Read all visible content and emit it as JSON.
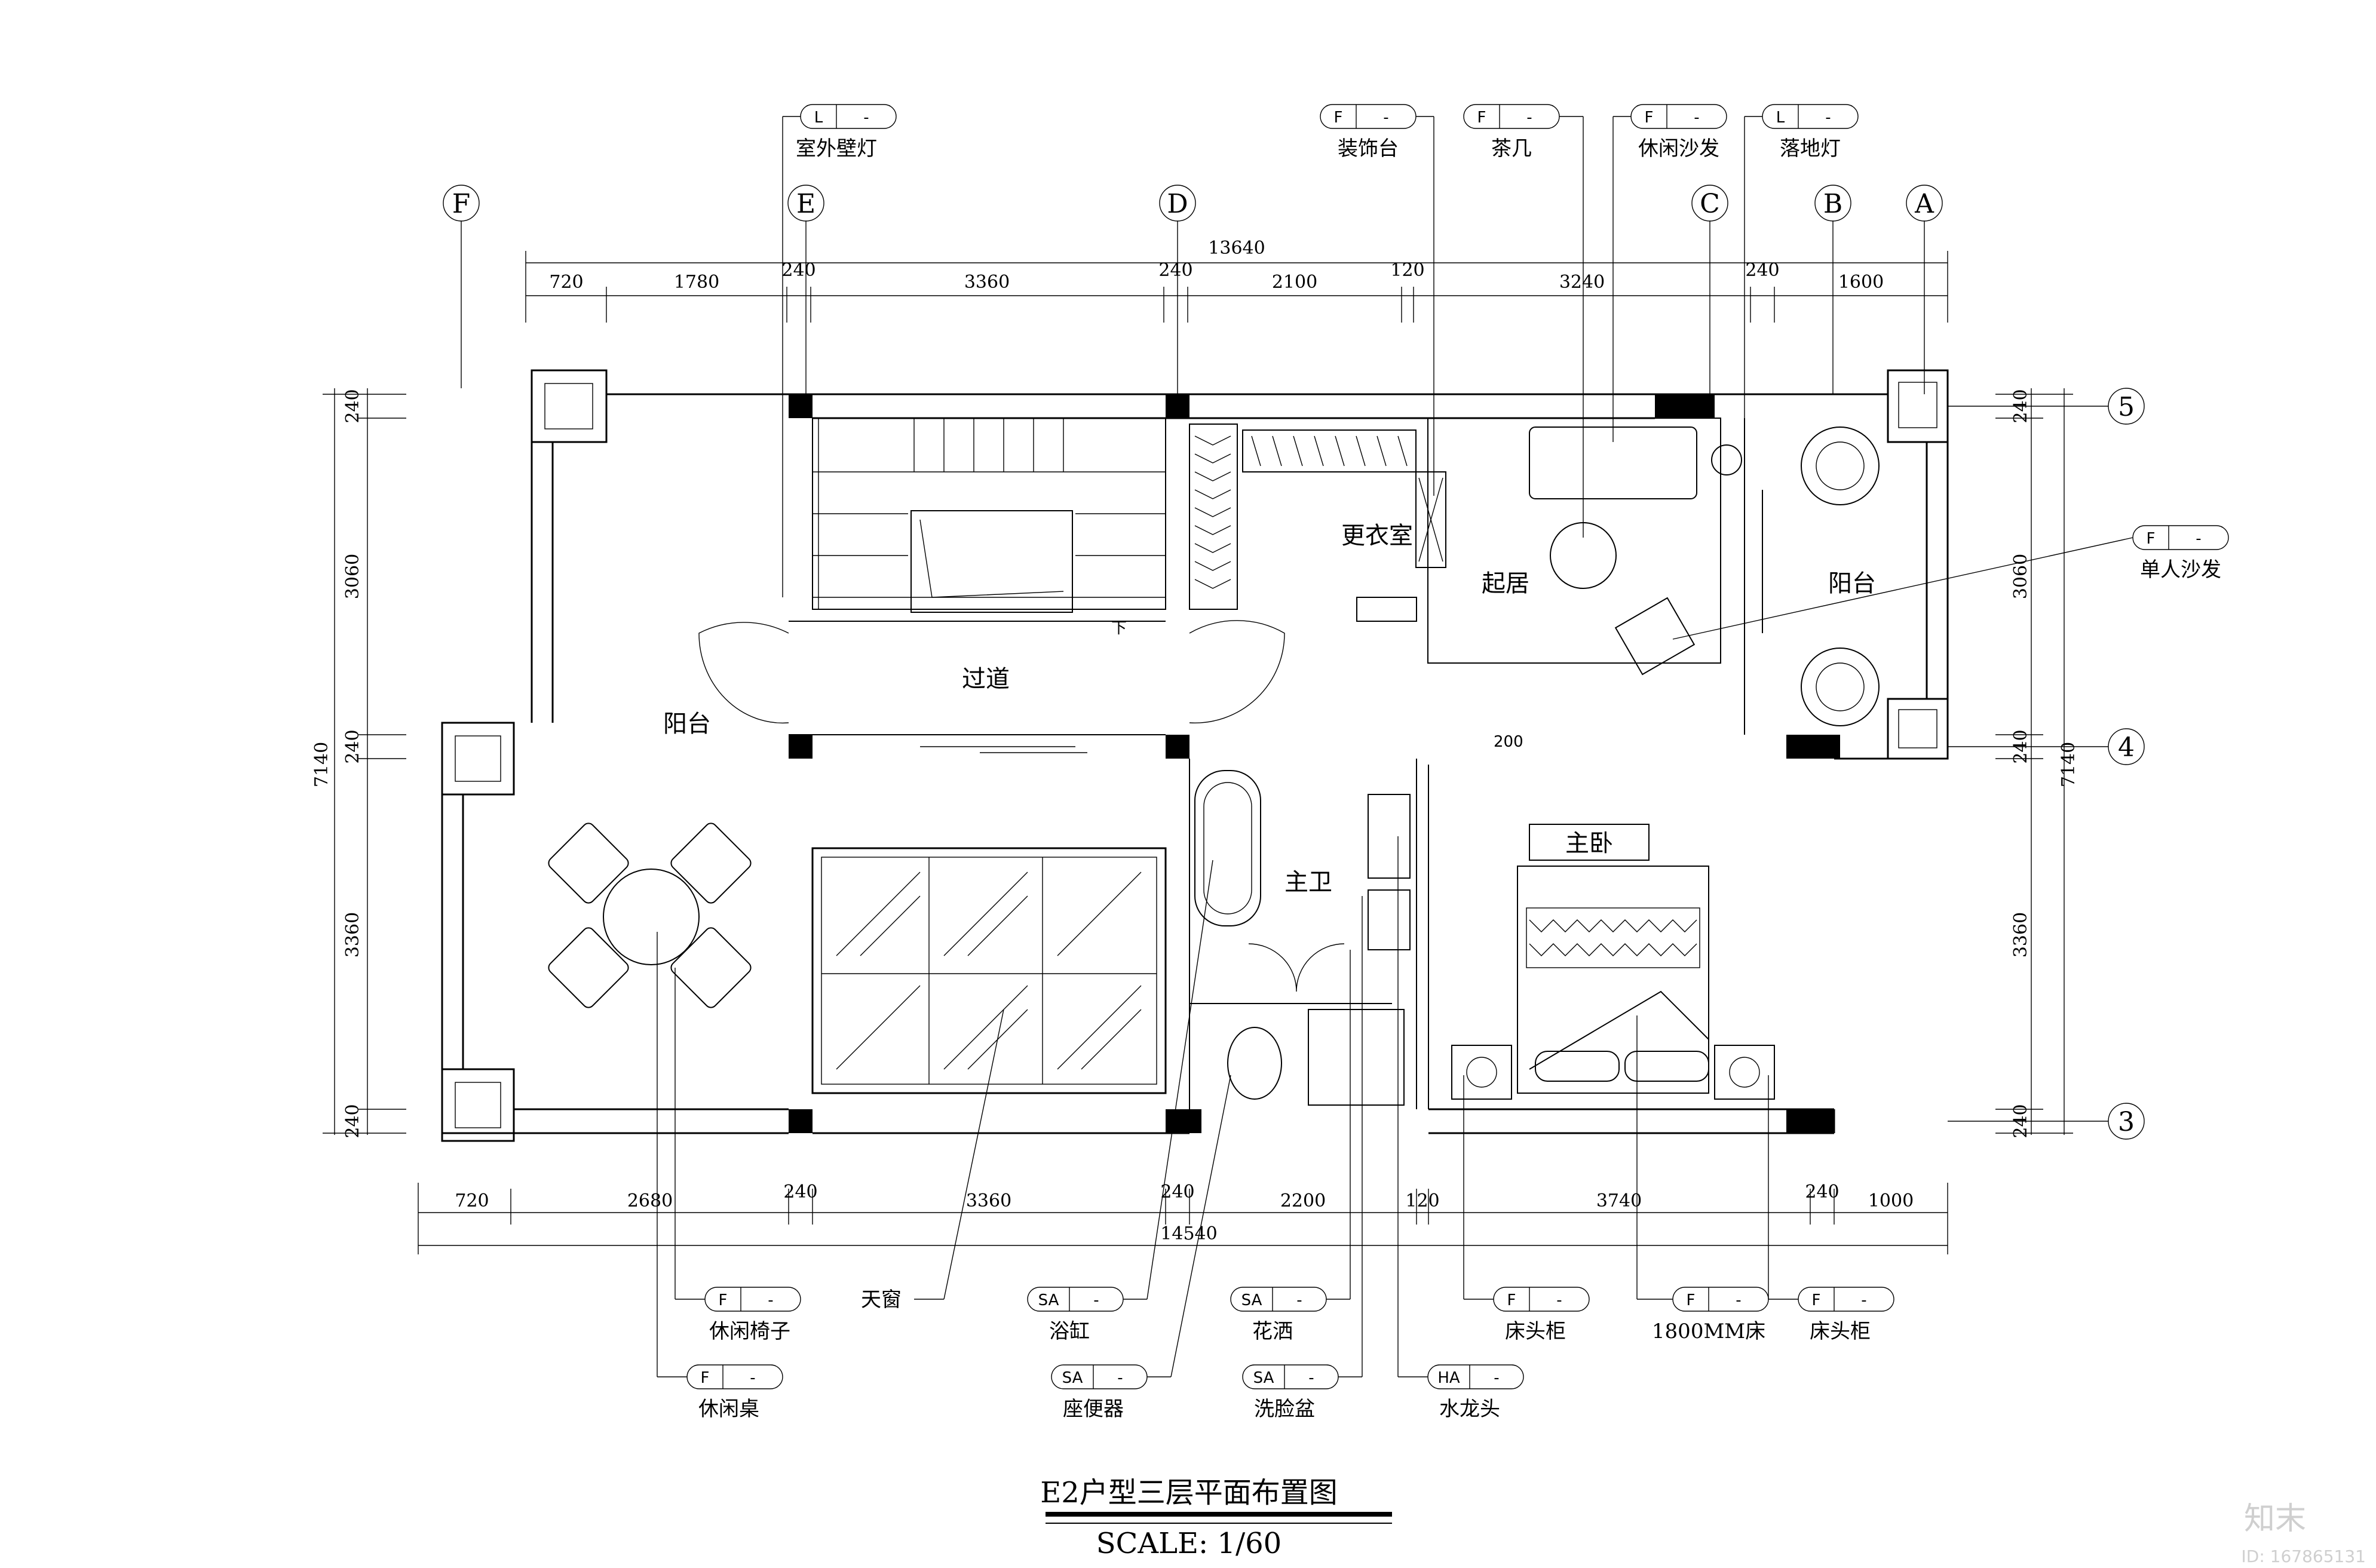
{
  "drawing": {
    "title": "E2户型三层平面布置图",
    "scale": "SCALE: 1/60"
  },
  "watermark": {
    "brand": "知末",
    "id": "ID: 167865131"
  },
  "grid_axes": {
    "horizontal": [
      "F",
      "E",
      "D",
      "C",
      "B",
      "A"
    ],
    "vertical": [
      "5",
      "4",
      "3"
    ]
  },
  "dimensions": {
    "top_total": "13640",
    "top": [
      "720",
      "1780",
      "240",
      "3360",
      "240",
      "2100",
      "120",
      "3240",
      "240",
      "1600"
    ],
    "bottom_total": "14540",
    "bottom": [
      "720",
      "2680",
      "240",
      "3360",
      "240",
      "2200",
      "120",
      "3740",
      "240",
      "1000"
    ],
    "left_total": "7140",
    "left": [
      "240",
      "3060",
      "240",
      "3360",
      "240"
    ],
    "right_total": "7140",
    "right": [
      "240",
      "3060",
      "240",
      "3360",
      "240"
    ],
    "small": "200"
  },
  "rooms": {
    "passage": "过道",
    "dressing": "更衣室",
    "living": "起居",
    "balcony_left": "阳台",
    "balcony_right": "阳台",
    "master_bath": "主卫",
    "master_bedroom": "主卧",
    "stair_down": "下"
  },
  "callouts_top": [
    {
      "tag": "L",
      "suffix": "-",
      "label": "室外壁灯"
    },
    {
      "tag": "F",
      "suffix": "-",
      "label": "装饰台"
    },
    {
      "tag": "F",
      "suffix": "-",
      "label": "茶几"
    },
    {
      "tag": "F",
      "suffix": "-",
      "label": "休闲沙发"
    },
    {
      "tag": "L",
      "suffix": "-",
      "label": "落地灯"
    },
    {
      "tag": "F",
      "suffix": "-",
      "label": "单人沙发"
    }
  ],
  "callouts_bottom": [
    {
      "tag": "F",
      "suffix": "-",
      "label": "休闲椅子"
    },
    {
      "tag": "F",
      "suffix": "-",
      "label": "休闲桌"
    },
    {
      "tag": "",
      "suffix": "",
      "label": "天窗"
    },
    {
      "tag": "SA",
      "suffix": "-",
      "label": "浴缸"
    },
    {
      "tag": "SA",
      "suffix": "-",
      "label": "座便器"
    },
    {
      "tag": "SA",
      "suffix": "-",
      "label": "花洒"
    },
    {
      "tag": "SA",
      "suffix": "-",
      "label": "洗脸盆"
    },
    {
      "tag": "HA",
      "suffix": "-",
      "label": "水龙头"
    },
    {
      "tag": "F",
      "suffix": "-",
      "label": "床头柜"
    },
    {
      "tag": "F",
      "suffix": "-",
      "label": "1800MM床"
    },
    {
      "tag": "F",
      "suffix": "-",
      "label": "床头柜"
    }
  ]
}
